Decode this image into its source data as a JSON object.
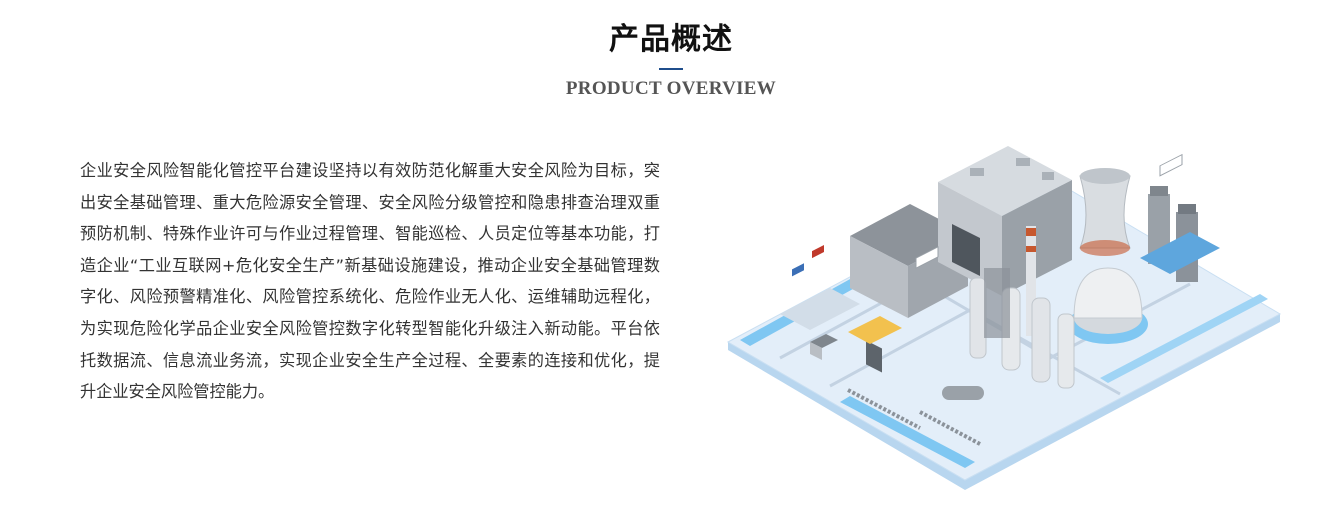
{
  "section": {
    "title_cn": "产品概述",
    "title_en": "PRODUCT OVERVIEW"
  },
  "overview": {
    "text": "企业安全风险智能化管控平台建设坚持以有效防范化解重大安全风险为目标，突出安全基础管理、重大危险源安全管理、安全风险分级管控和隐患排查治理双重预防机制、特殊作业许可与作业过程管理、智能巡检、人员定位等基本功能，打造企业“工业互联网+危化安全生产”新基础设施建设，推动企业安全基础管理数字化、风险预警精准化、风险管控系统化、危险作业无人化、运维辅助远程化，为实现危险化学品企业安全风险管控数字化转型智能化升级注入新动能。平台依托数据流、信息流业务流，实现企业安全生产全过程、全要素的连接和优化，提升企业安全风险管控能力。"
  },
  "colors": {
    "accent": "#1f4e8c",
    "title": "#111111",
    "subtitle": "#555555",
    "body_text": "#333333",
    "ground": "#e3eef9",
    "water": "#7fc7f2"
  },
  "illustration": {
    "icon": "isometric-chemical-plant-illustration"
  }
}
